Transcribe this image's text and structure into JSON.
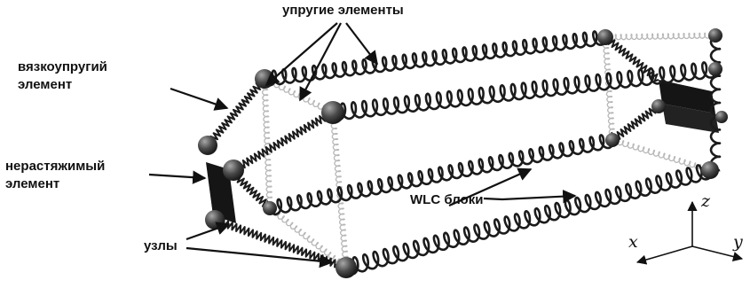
{
  "labels": {
    "elastic": "упругие элементы",
    "viscoelastic_1": "вязкоупругий",
    "viscoelastic_2": "элемент",
    "inextensible_1": "нерастяжимый",
    "inextensible_2": "элемент",
    "wlc": "WLC блоки",
    "nodes": "узлы"
  },
  "axes": {
    "x": "x",
    "y": "y",
    "z": "z"
  },
  "colors": {
    "coil": "#1b1b1b",
    "light_spring": "#b8b8b8",
    "node": "#444444",
    "plate": "#151515"
  }
}
